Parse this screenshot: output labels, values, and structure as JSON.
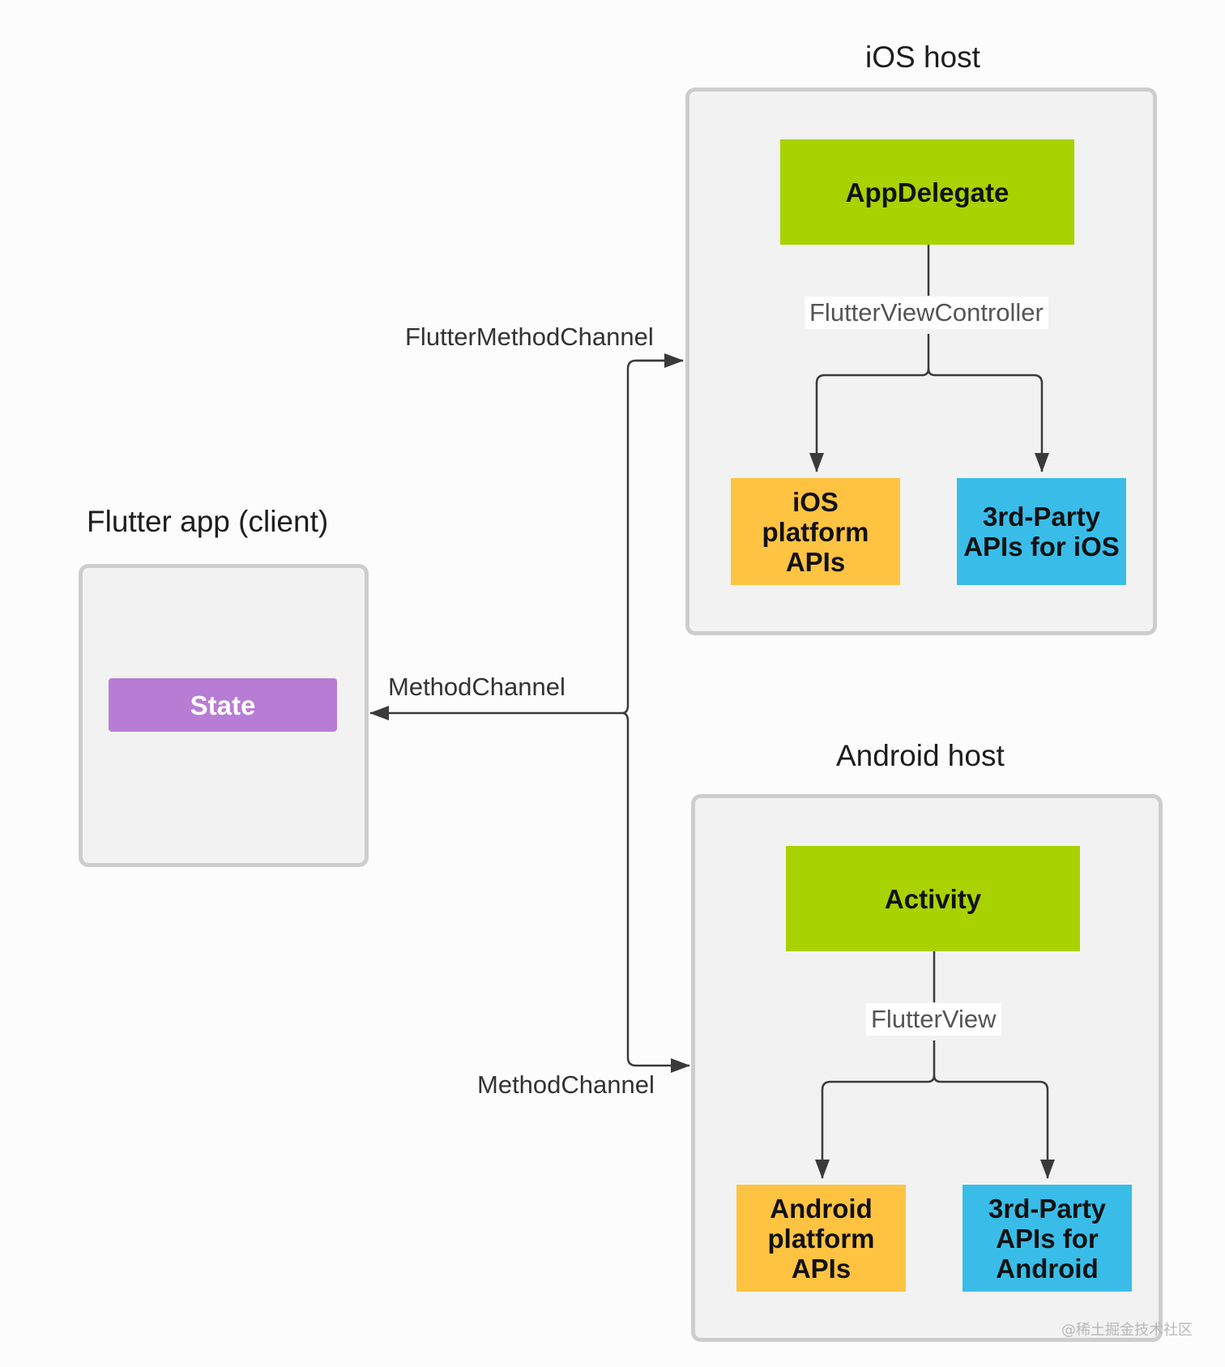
{
  "flutter_app": {
    "title": "Flutter app (client)",
    "state_label": "State"
  },
  "ios_host": {
    "title": "iOS host",
    "root": "AppDelegate",
    "connector": "FlutterViewController",
    "platform_apis": "iOS\nplatform\nAPIs",
    "third_party": "3rd-Party\nAPIs for iOS"
  },
  "android_host": {
    "title": "Android host",
    "root": "Activity",
    "connector": "FlutterView",
    "platform_apis": "Android\nplatform\nAPIs",
    "third_party": "3rd-Party\nAPIs for\nAndroid"
  },
  "channels": {
    "to_ios": "FlutterMethodChannel",
    "to_client": "MethodChannel",
    "to_android": "MethodChannel"
  },
  "colors": {
    "green": "#a8d200",
    "orange": "#fec341",
    "cyan": "#39bde8",
    "purple": "#b77dd5",
    "panel": "#f2f2f2",
    "panel_border": "#cdcdcd",
    "wire": "#3a3a3a"
  },
  "watermark": "@稀土掘金技术社区"
}
